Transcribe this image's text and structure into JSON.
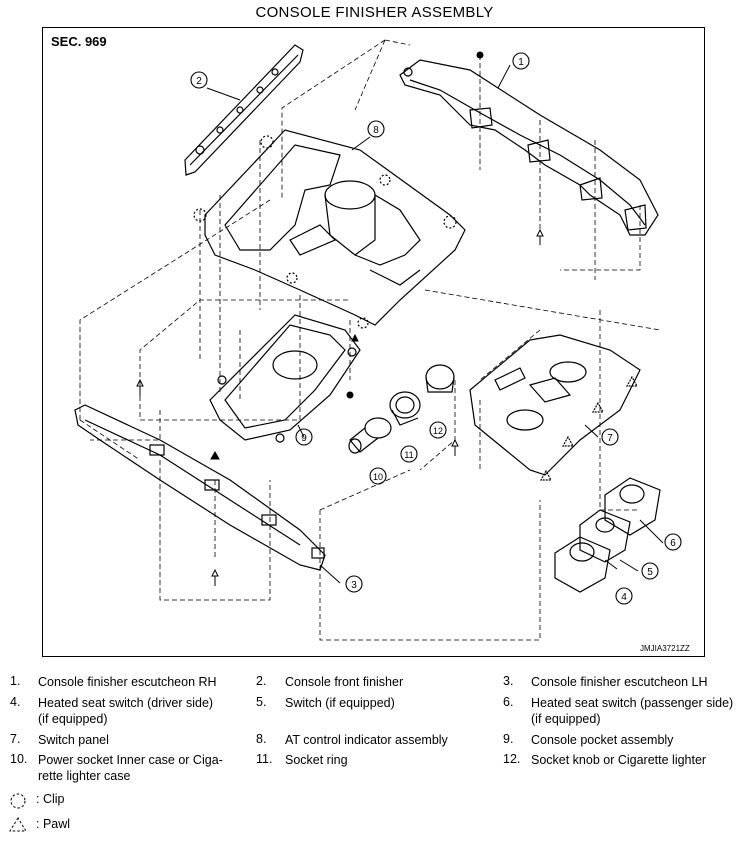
{
  "title": "CONSOLE FINISHER ASSEMBLY",
  "section": "SEC. 969",
  "figure_code": "JMJIA3721ZZ",
  "callouts": [
    "1",
    "2",
    "3",
    "4",
    "5",
    "6",
    "7",
    "8",
    "9",
    "10",
    "11",
    "12"
  ],
  "parts": [
    {
      "num": "1.",
      "name": "Console finisher escutcheon RH"
    },
    {
      "num": "2.",
      "name": "Console front finisher"
    },
    {
      "num": "3.",
      "name": "Console finisher escutcheon LH"
    },
    {
      "num": "4.",
      "name": "Heated seat switch (driver side)",
      "note": "(if equipped)"
    },
    {
      "num": "5.",
      "name": "Switch (if equipped)"
    },
    {
      "num": "6.",
      "name": "Heated seat switch (passenger side)",
      "note": "(if equipped)"
    },
    {
      "num": "7.",
      "name": "Switch panel"
    },
    {
      "num": "8.",
      "name": "AT control indicator assembly"
    },
    {
      "num": "9.",
      "name": "Console pocket assembly"
    },
    {
      "num": "10.",
      "name": "Power socket Inner case or Ciga-",
      "note": "rette lighter case"
    },
    {
      "num": "11.",
      "name": "Socket ring"
    },
    {
      "num": "12.",
      "name": "Socket knob or Cigarette lighter"
    }
  ],
  "symbols": [
    {
      "label": ": Clip"
    },
    {
      "label": ": Pawl"
    }
  ]
}
